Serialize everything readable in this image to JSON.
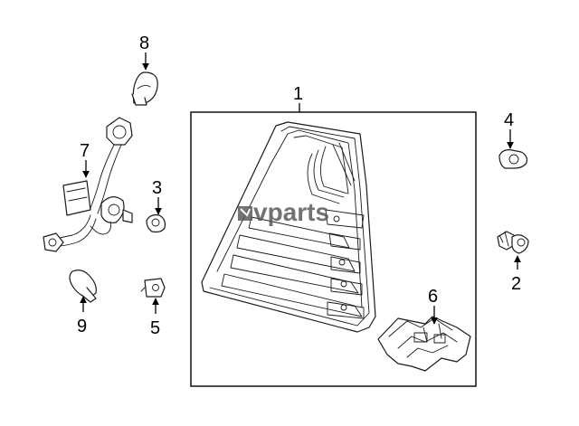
{
  "callouts": {
    "c1": "1",
    "c2": "2",
    "c3": "3",
    "c4": "4",
    "c5": "5",
    "c6": "6",
    "c7": "7",
    "c8": "8",
    "c9": "9"
  },
  "watermark": {
    "text": "vparts"
  },
  "colors": {
    "line": "#1a1a1a",
    "background": "#ffffff",
    "watermark": "#5a5a5a"
  }
}
